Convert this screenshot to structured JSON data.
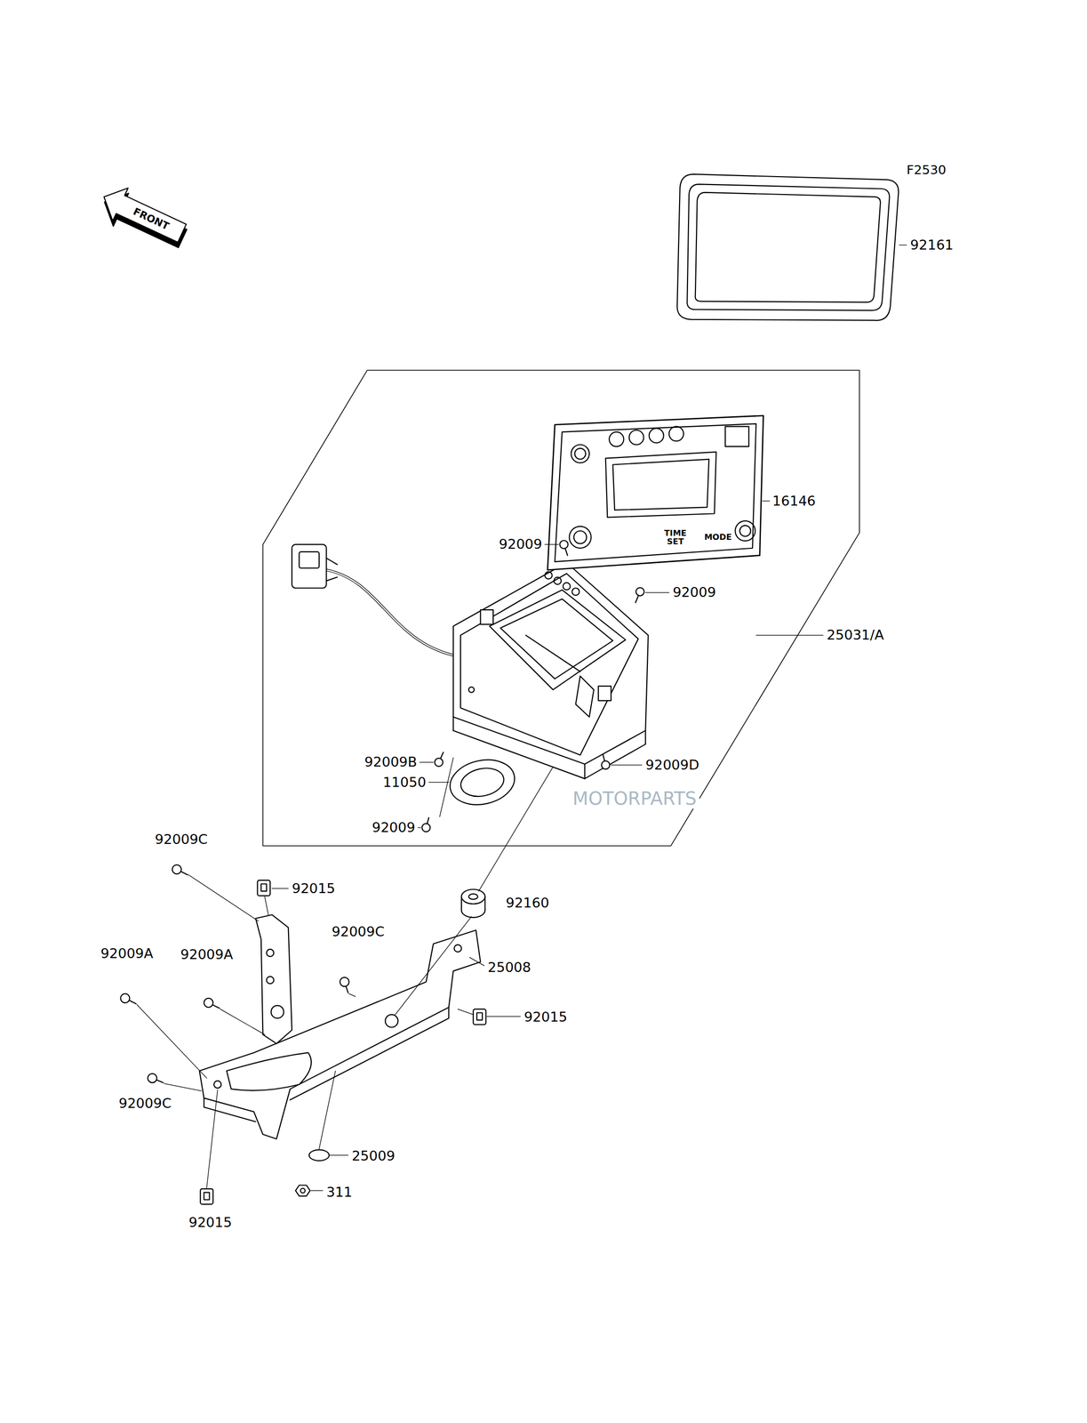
{
  "diagram": {
    "labels": [
      "F2530",
      "FRONT",
      "92161",
      "16146",
      "92009",
      "92009",
      "25031/A",
      "92009B",
      "92009D",
      "11050",
      "92009",
      "92009C",
      "92015",
      "92160",
      "92009C",
      "92009A",
      "92009A",
      "25008",
      "92015",
      "92009C",
      "25009",
      "311",
      "92015",
      "TIME SET",
      "MODE",
      "MOTORPARTS"
    ]
  }
}
